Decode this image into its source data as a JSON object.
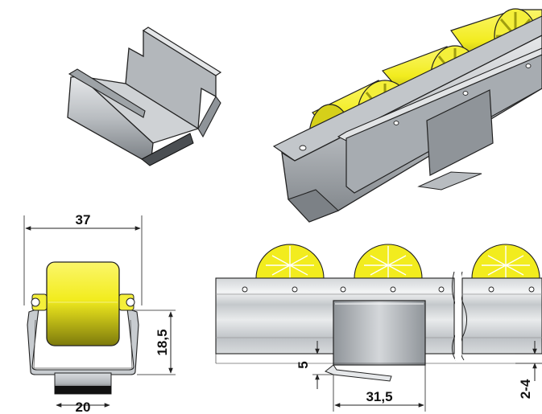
{
  "colors": {
    "roller_yellow": "#f2ec1e",
    "roller_shadow": "#8c8a12",
    "steel_light": "#d9dcdf",
    "steel_mid": "#a8adb2",
    "steel_dark": "#6b7075",
    "outline": "#222222",
    "background": "#ffffff"
  },
  "dimensions": {
    "width_total": "37",
    "height_side": "18,5",
    "base_width": "20",
    "clip_length": "31,5",
    "clip_offset": "5",
    "gap_range": "2-4"
  }
}
